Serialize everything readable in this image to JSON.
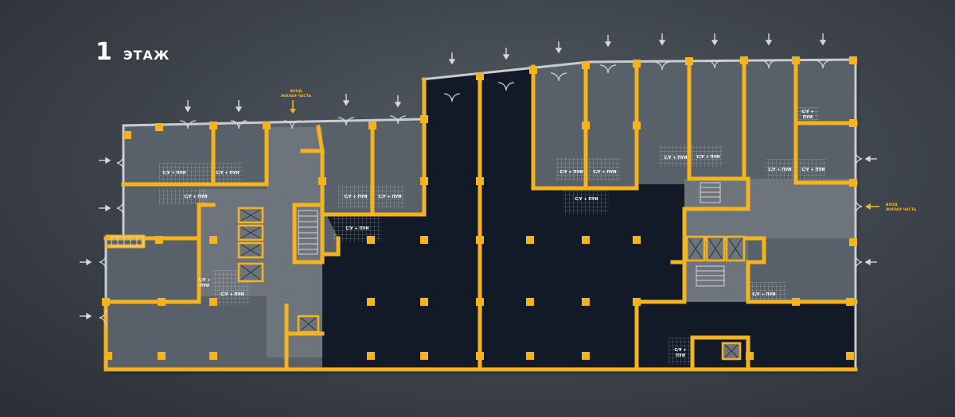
{
  "floor": {
    "number": "1",
    "label": "ЭТАЖ"
  },
  "entrance_note": {
    "line1": "ВХОД",
    "line2": "ЖИЛАЯ ЧАСТЬ"
  },
  "rooms": {
    "wc": "С/У + ПУИ",
    "wc_a": "С/У +",
    "wc_b": "ПУИ"
  },
  "colors": {
    "wall": "#f5b41f",
    "shell": "#c8ccd1",
    "dark_unit": "#121a28",
    "common_area": "#6d747c",
    "room_gray": "#59606a",
    "background": "#3c4249",
    "text": "#ffffff"
  },
  "icons": [
    "arrow-icon",
    "door-icon",
    "column-icon",
    "elevator-icon",
    "stair-icon",
    "wc-grid-icon"
  ]
}
